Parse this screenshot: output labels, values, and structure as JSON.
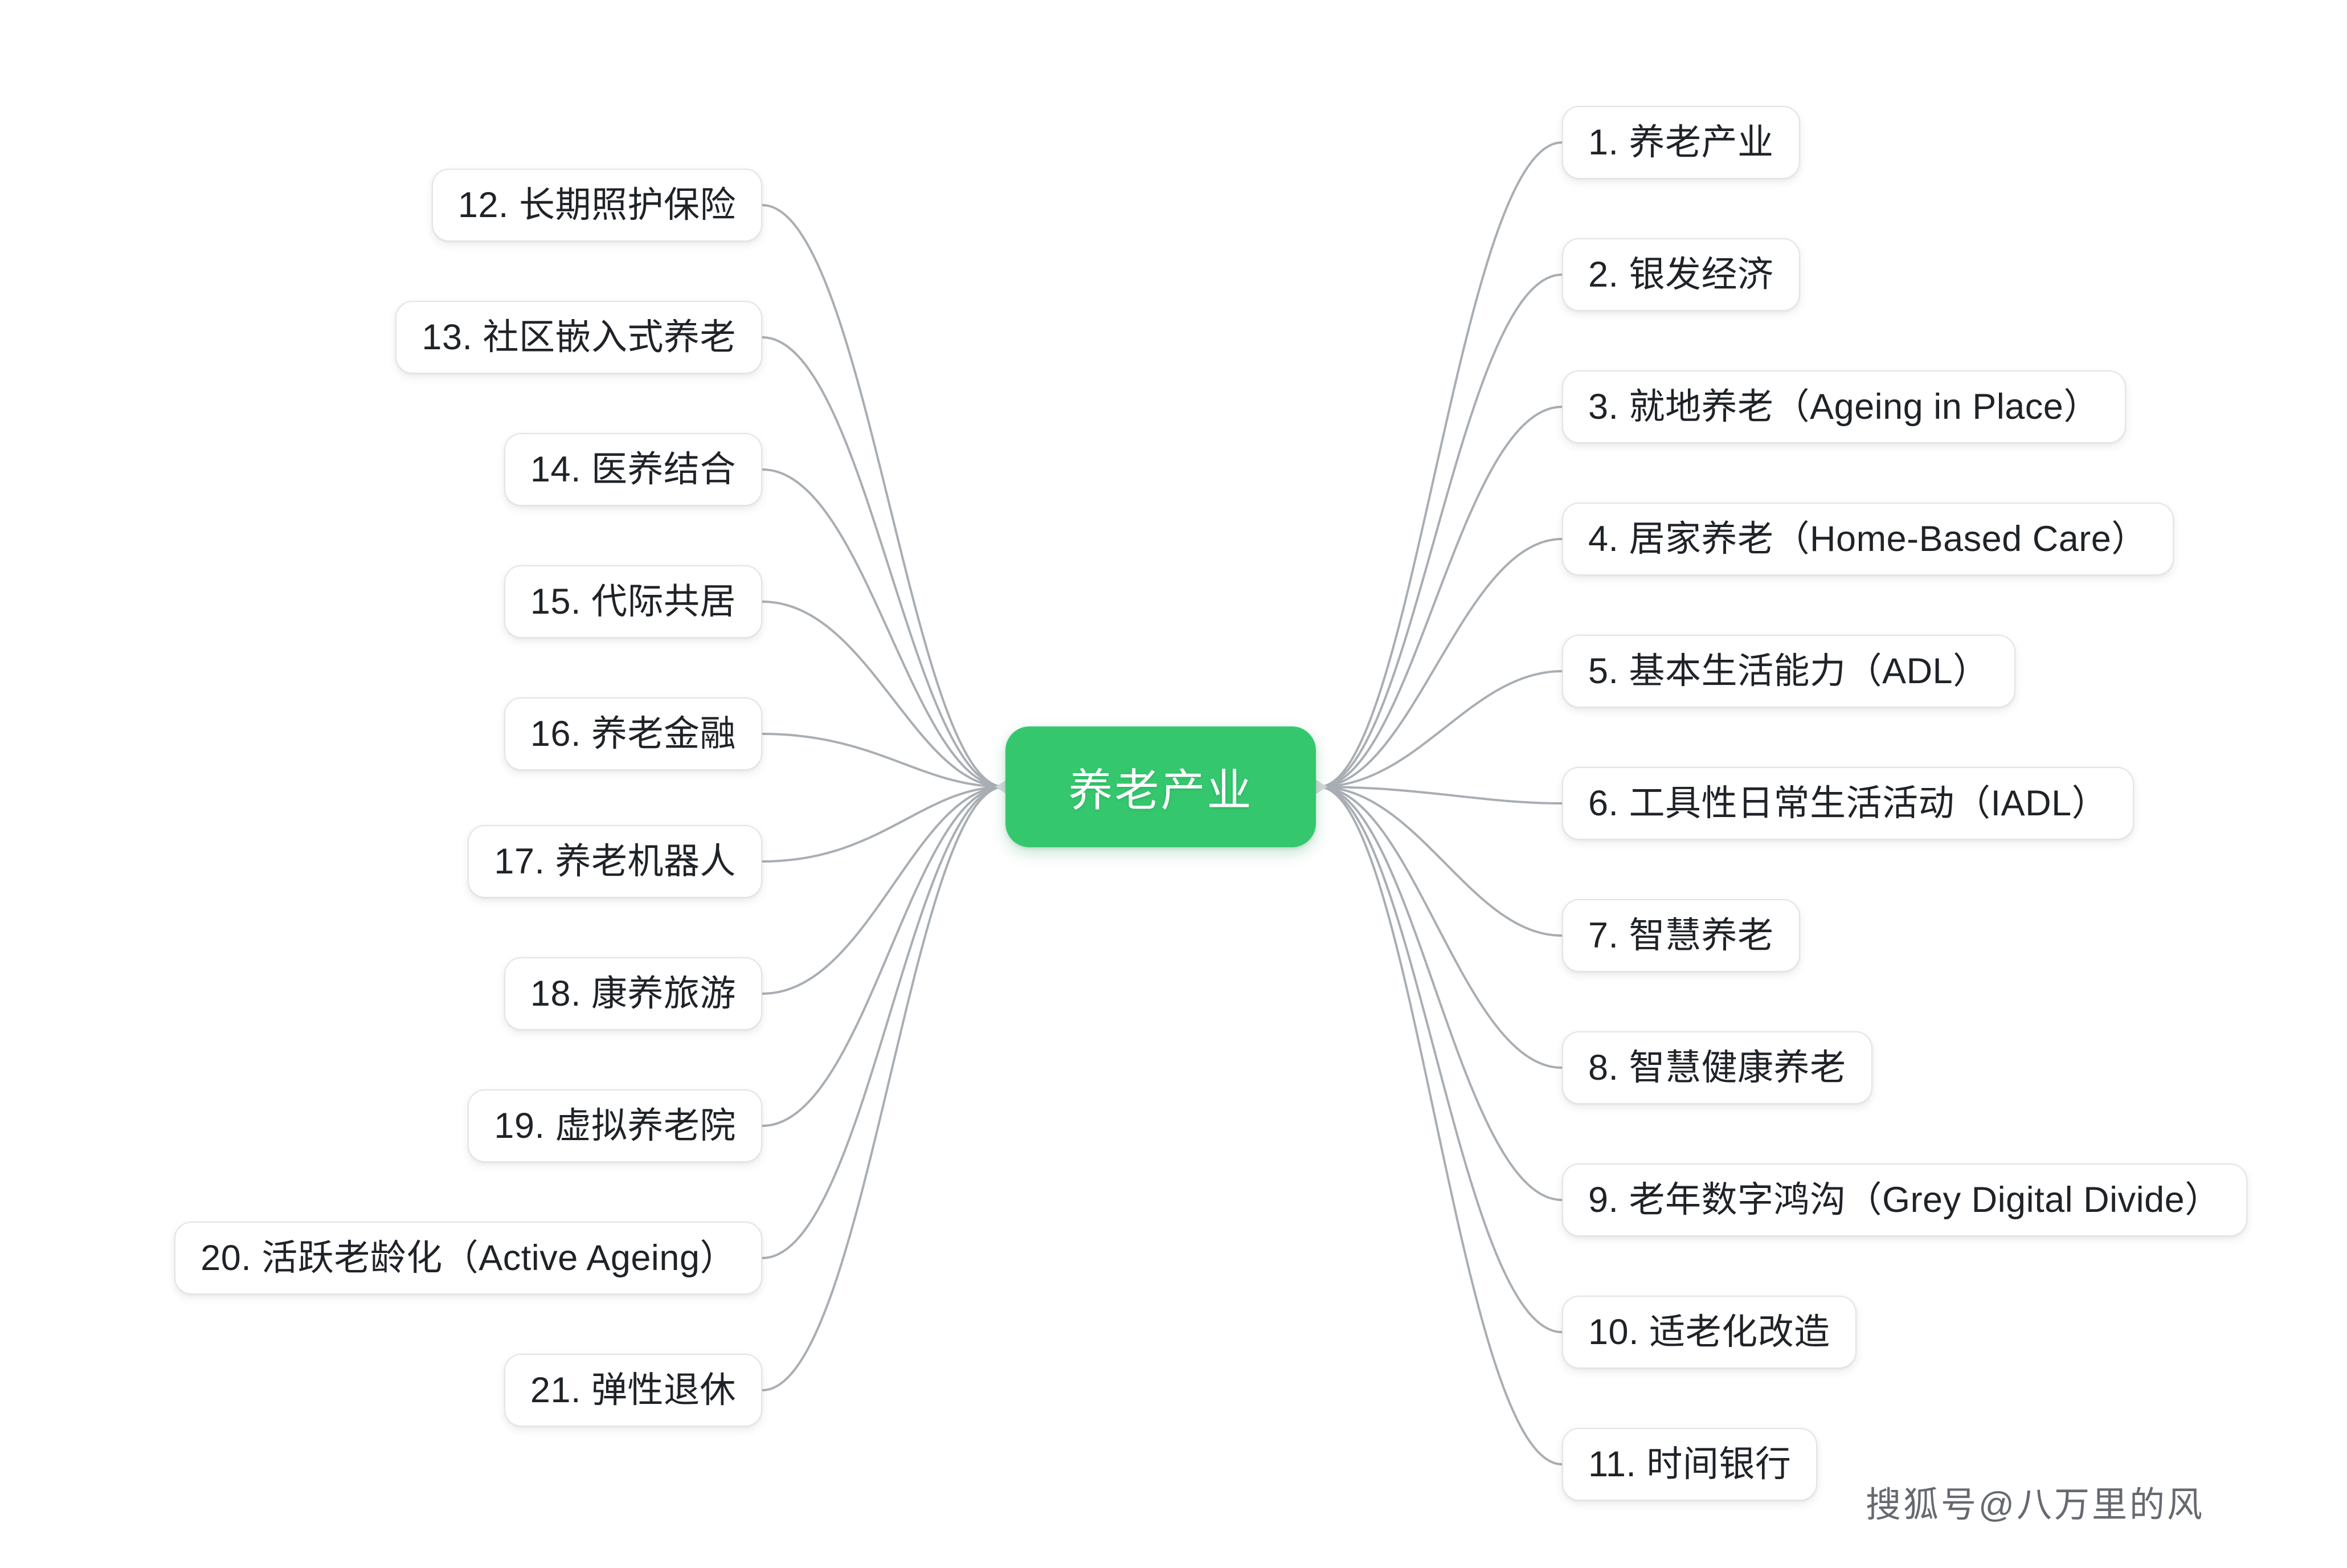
{
  "diagram": {
    "type": "mind-map",
    "center": {
      "label": "养老产业",
      "color": "#35c76e",
      "text_color": "#ffffff"
    },
    "background": "#ffffff",
    "connector_color": "#9aa0a6",
    "node_border_color": "#e3e4e6",
    "node_text_color": "#1f2328",
    "right_branch": [
      {
        "label": "1. 养老产业"
      },
      {
        "label": "2. 银发经济"
      },
      {
        "label": "3. 就地养老（Ageing in Place）"
      },
      {
        "label": "4. 居家养老（Home-Based Care）"
      },
      {
        "label": "5. 基本生活能力（ADL）"
      },
      {
        "label": "6. 工具性日常生活活动（IADL）"
      },
      {
        "label": "7. 智慧养老"
      },
      {
        "label": "8. 智慧健康养老"
      },
      {
        "label": "9. 老年数字鸿沟（Grey Digital Divide）"
      },
      {
        "label": "10. 适老化改造"
      },
      {
        "label": "11. 时间银行"
      }
    ],
    "left_branch": [
      {
        "label": "12. 长期照护保险"
      },
      {
        "label": "13. 社区嵌入式养老"
      },
      {
        "label": "14. 医养结合"
      },
      {
        "label": "15. 代际共居"
      },
      {
        "label": "16. 养老金融"
      },
      {
        "label": "17. 养老机器人"
      },
      {
        "label": "18. 康养旅游"
      },
      {
        "label": "19. 虚拟养老院"
      },
      {
        "label": "20. 活跃老龄化（Active Ageing）"
      },
      {
        "label": "21. 弹性退休"
      }
    ],
    "watermark": "搜狐号@八万里的风"
  }
}
